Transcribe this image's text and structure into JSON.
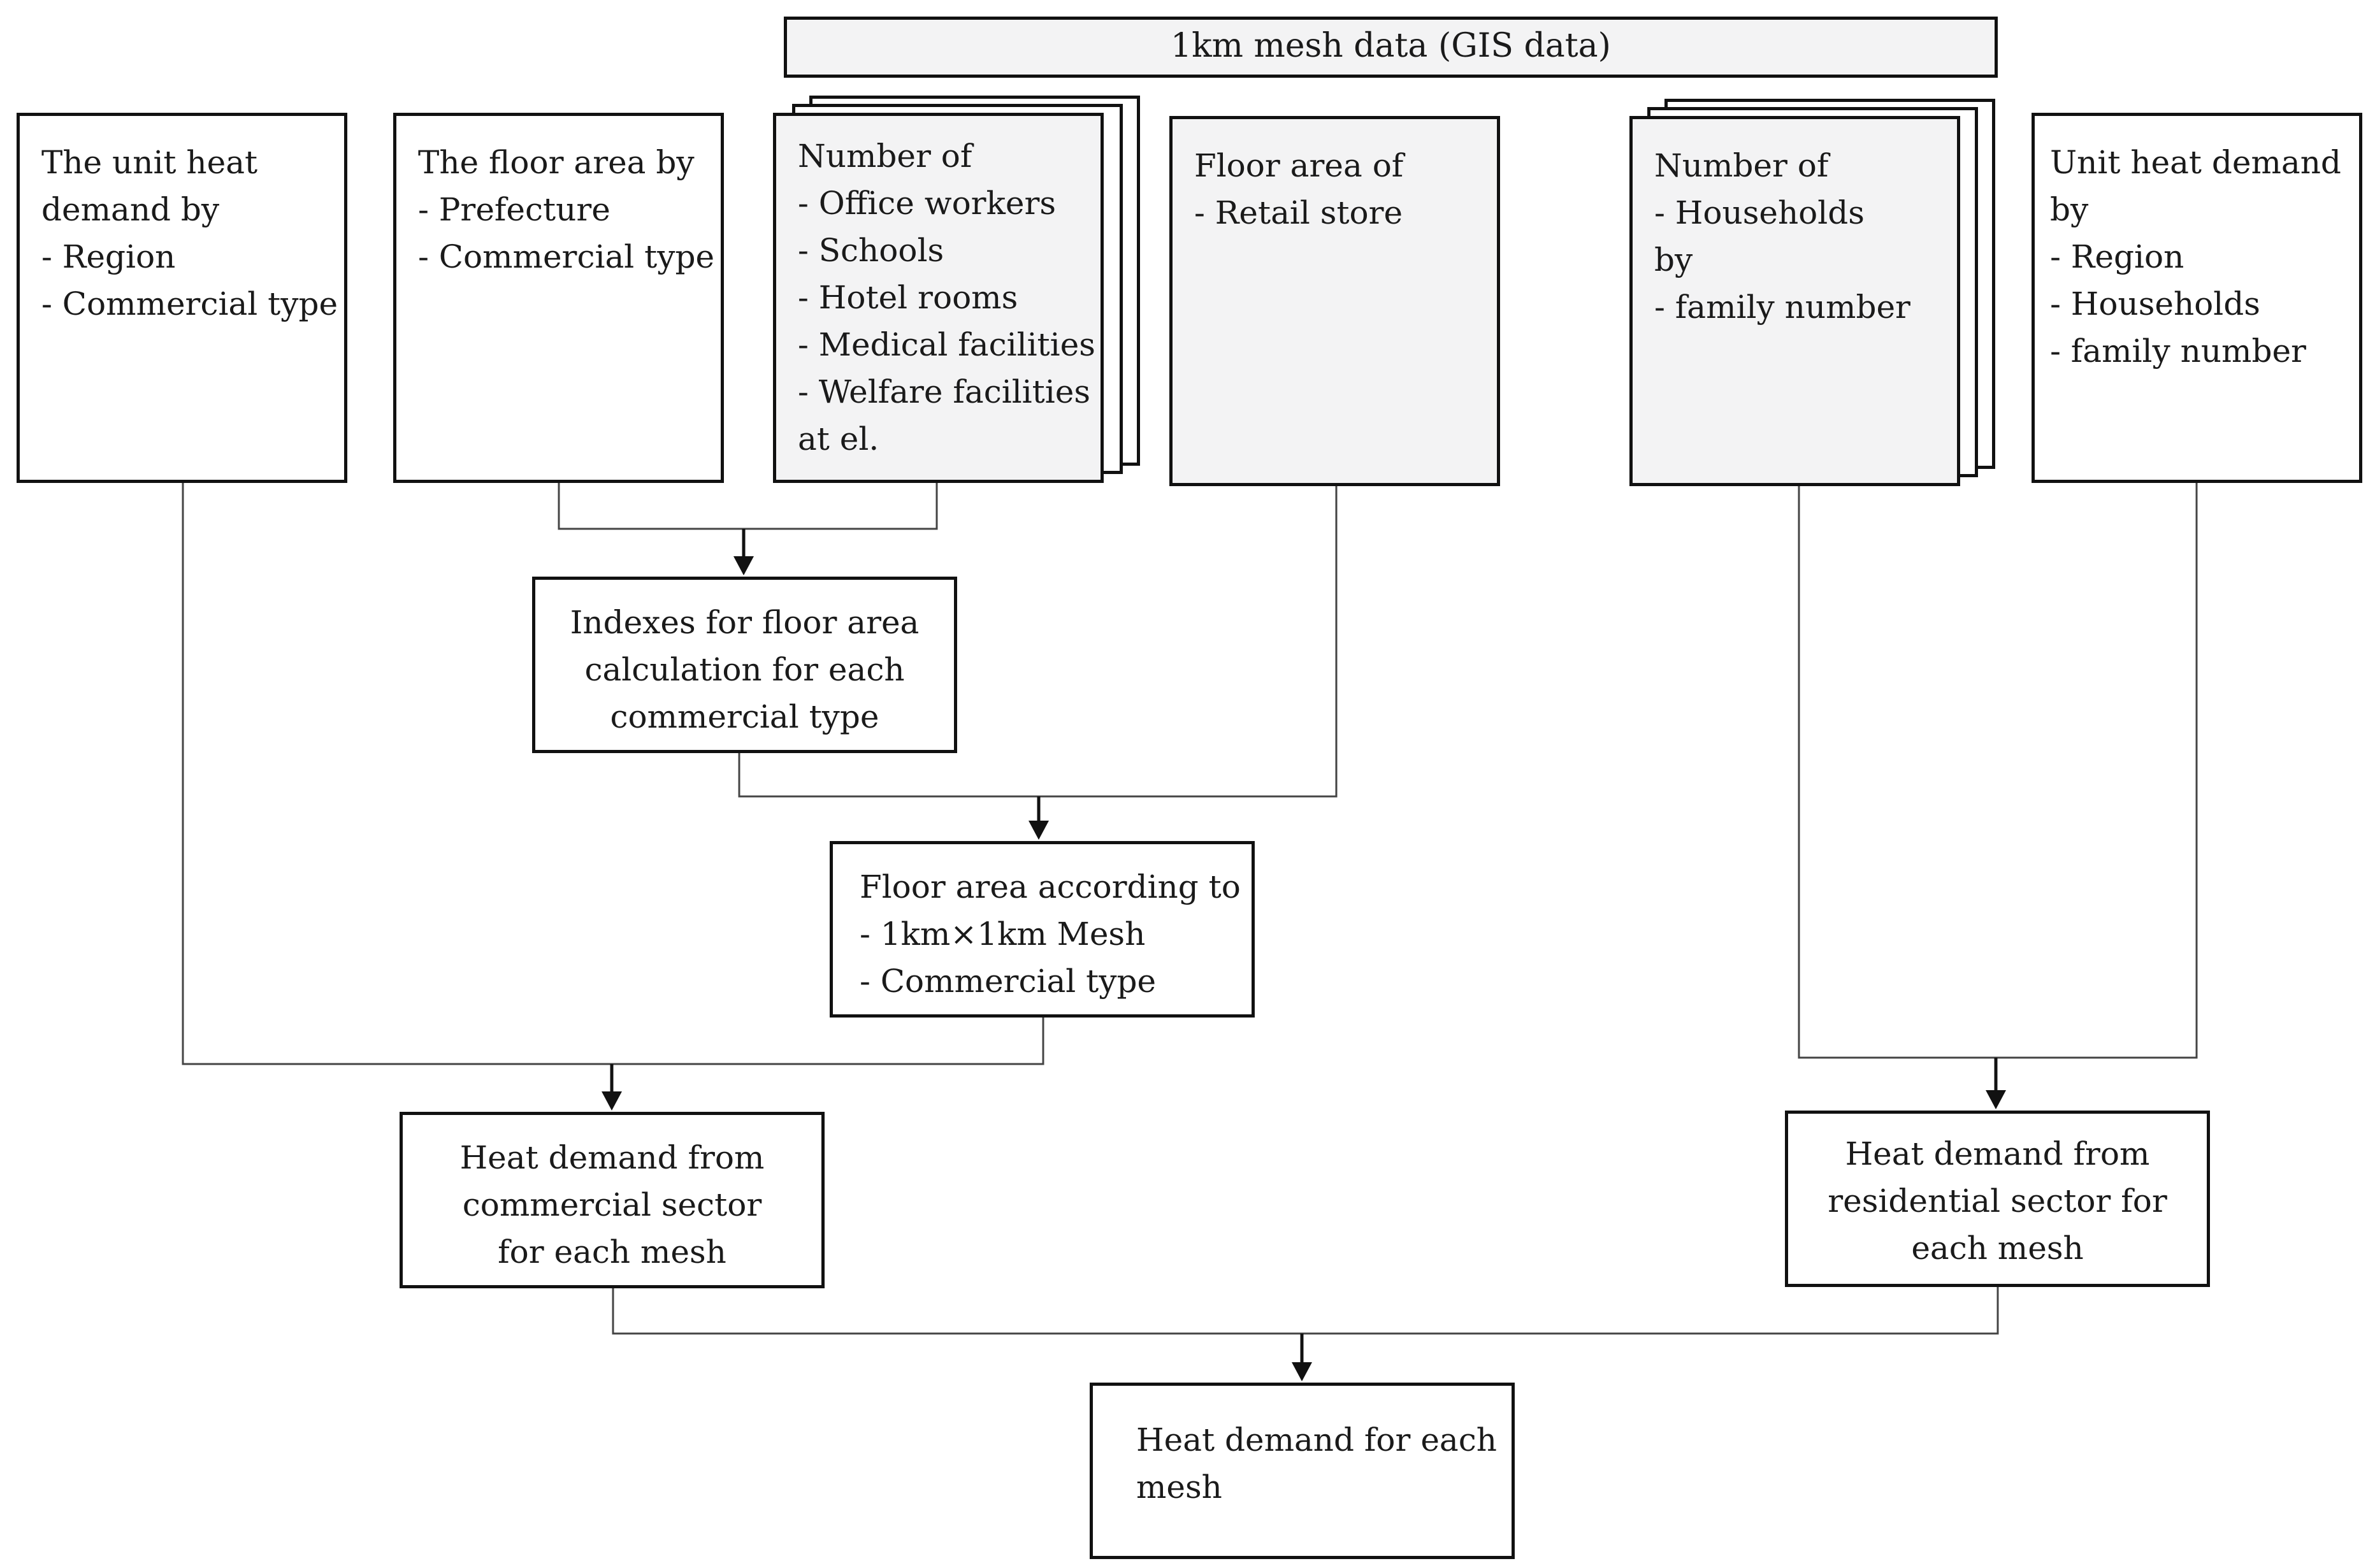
{
  "banner": "1km mesh data (GIS data)",
  "boxes": {
    "unit_heat_commercial": [
      "The unit heat",
      "demand by",
      "- Region",
      "- Commercial type"
    ],
    "floor_area_by": [
      "The floor area by",
      "- Prefecture",
      "- Commercial type"
    ],
    "number_of_commercial": [
      "Number of",
      "- Office workers",
      "- Schools",
      "- Hotel rooms",
      "- Medical facilities",
      "- Welfare facilities",
      "at el."
    ],
    "floor_area_retail": [
      "Floor area of",
      "- Retail store"
    ],
    "number_of_households": [
      "Number of",
      "- Households",
      "by",
      "- family number"
    ],
    "unit_heat_residential": [
      "Unit heat demand",
      " by",
      "- Region",
      "- Households",
      "- family number"
    ],
    "indexes": [
      "Indexes for floor area",
      "calculation for each",
      "commercial type"
    ],
    "floor_area_mesh": [
      "Floor area according to",
      "- 1km×1km Mesh",
      "- Commercial type"
    ],
    "heat_commercial": [
      "Heat demand from",
      "commercial sector",
      " for each mesh"
    ],
    "heat_residential": [
      "Heat demand from",
      "residential sector for",
      " each mesh"
    ],
    "heat_total": [
      "Heat demand for each",
      "mesh"
    ]
  },
  "colors": {
    "line": "#111111",
    "grey_fill": "#f3f3f4",
    "connector": "#444444"
  }
}
